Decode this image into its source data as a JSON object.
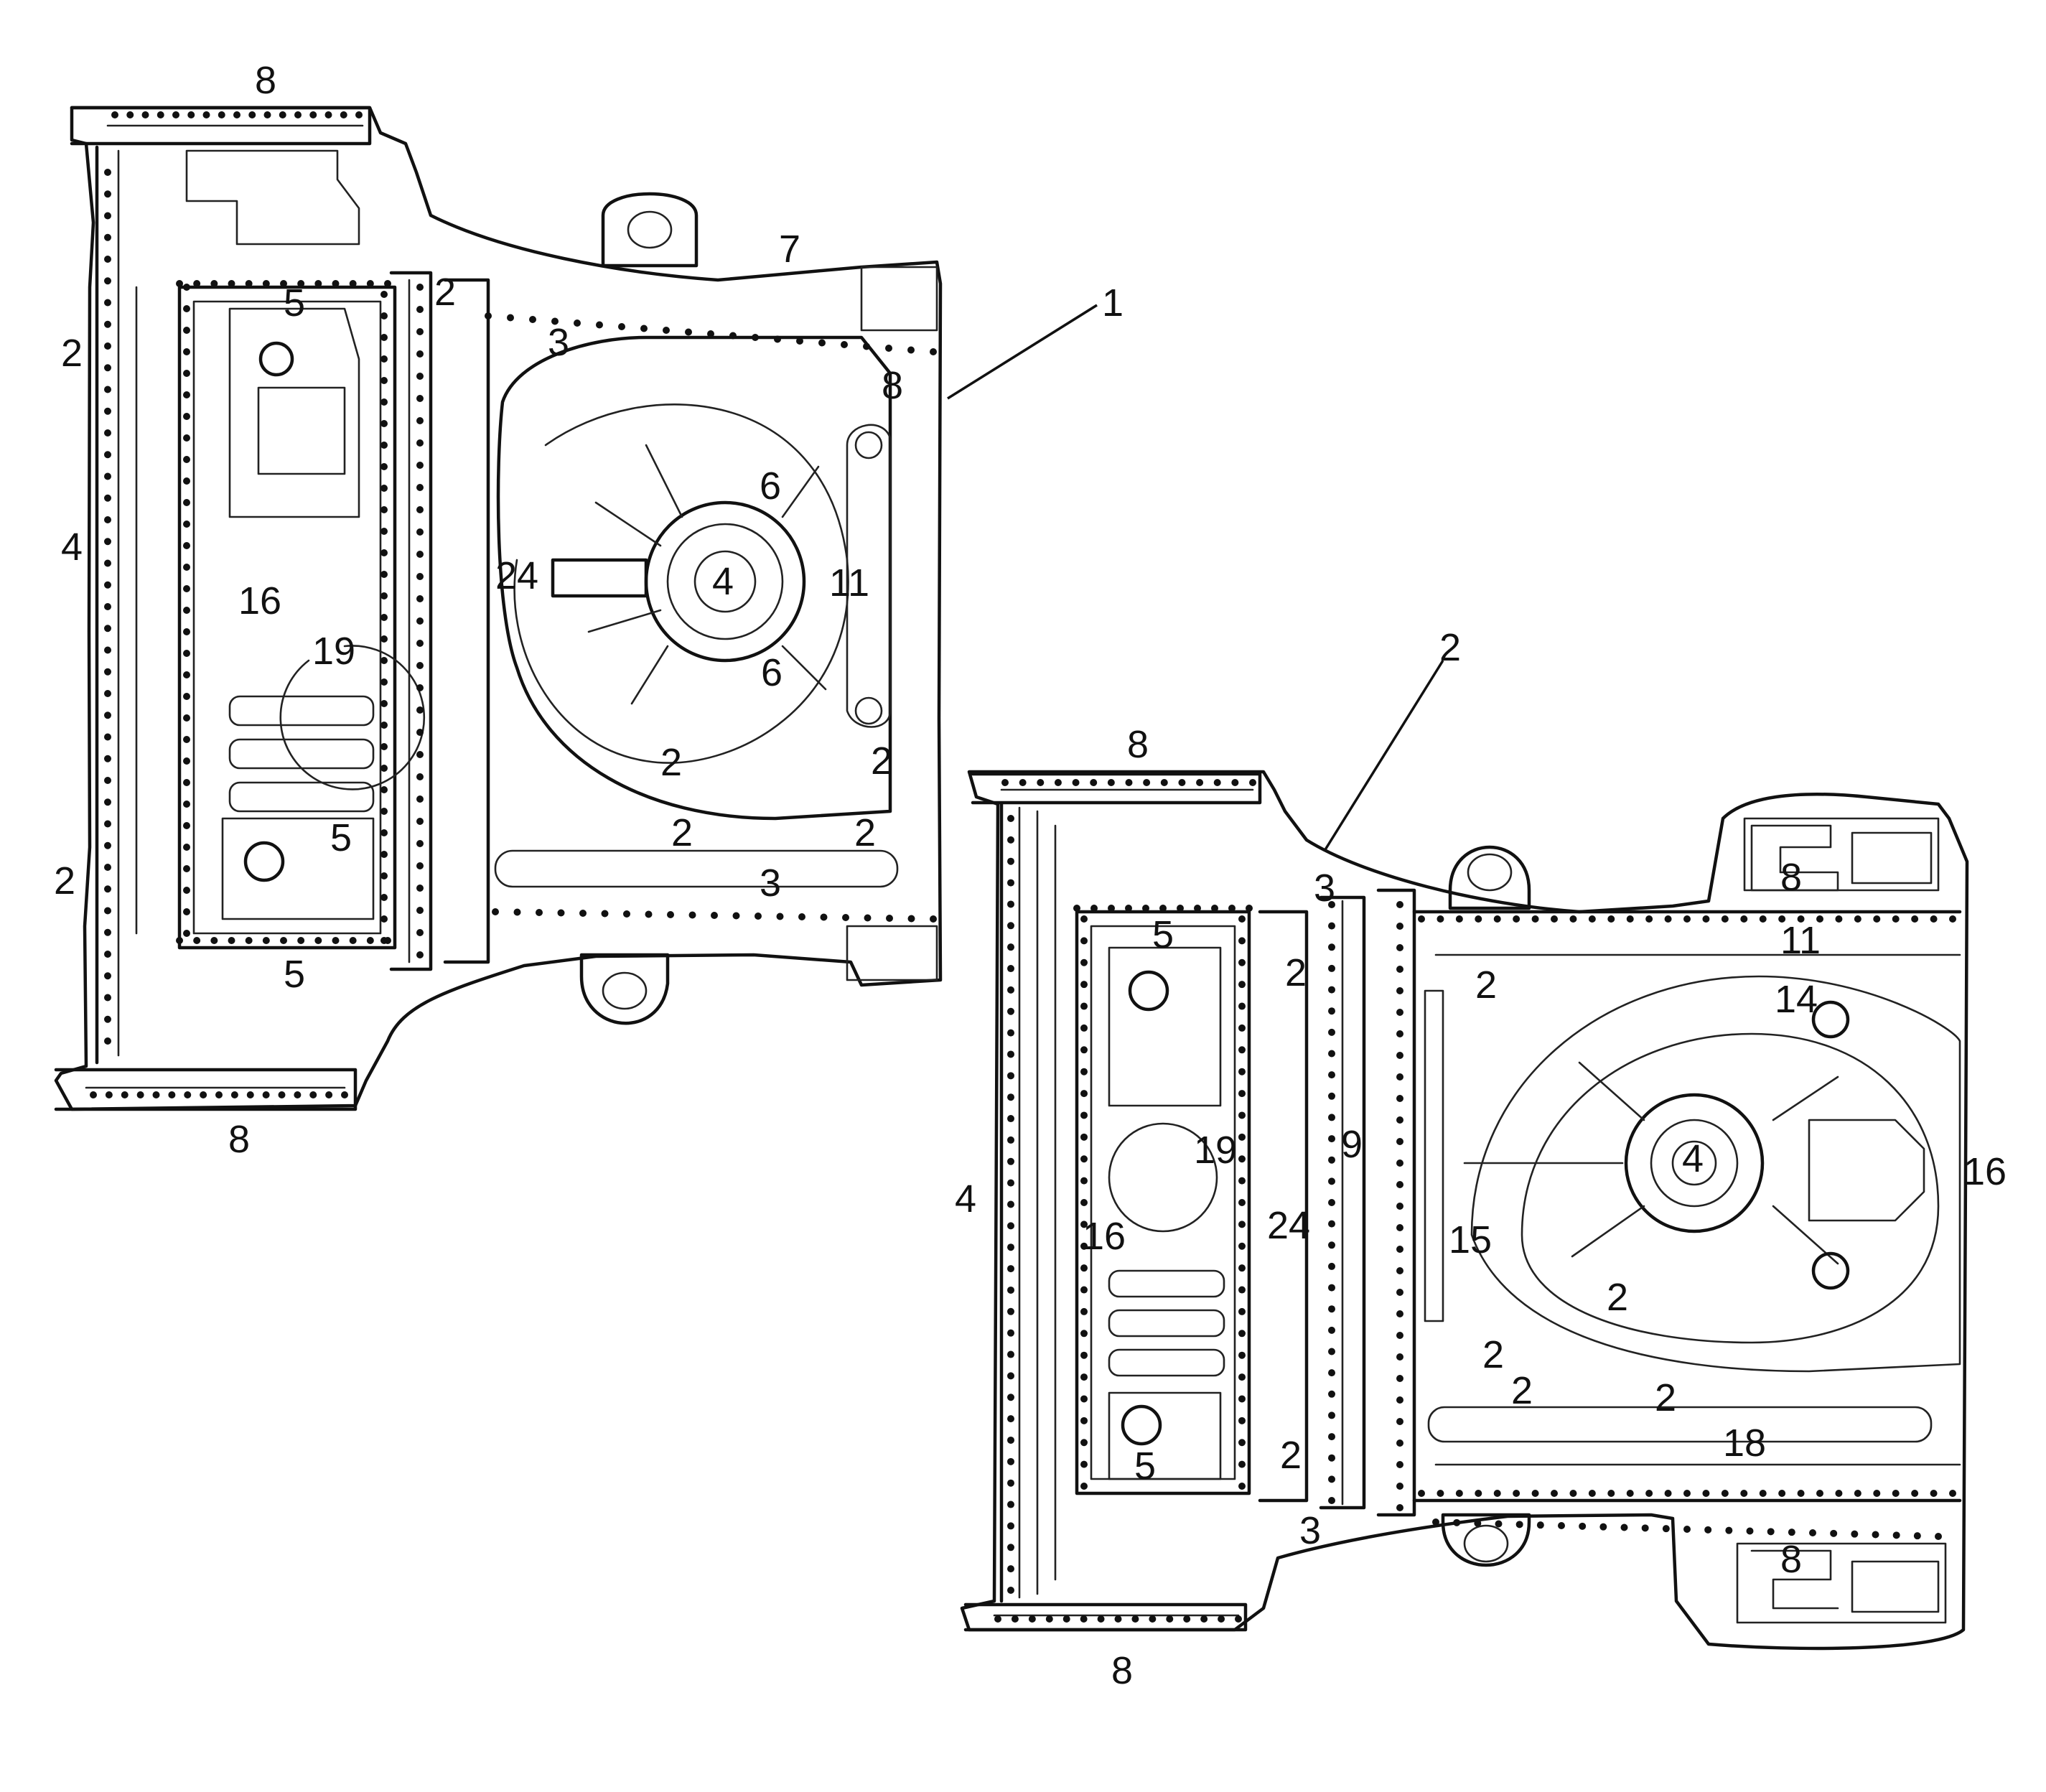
{
  "title": "",
  "views": [
    {
      "name": "upper-left-view",
      "callouts": [
        "8",
        "7",
        "1",
        "2",
        "5",
        "2",
        "3",
        "8",
        "4",
        "24",
        "4",
        "6",
        "11",
        "16",
        "19",
        "6",
        "2",
        "2",
        "2",
        "5",
        "2",
        "3",
        "2",
        "5",
        "8"
      ]
    },
    {
      "name": "lower-right-view",
      "callouts": [
        "2",
        "8",
        "3",
        "8",
        "5",
        "2",
        "2",
        "11",
        "14",
        "19",
        "9",
        "4",
        "4",
        "16",
        "16",
        "24",
        "15",
        "2",
        "2",
        "2",
        "2",
        "18",
        "2",
        "5",
        "3",
        "8",
        "8"
      ]
    }
  ],
  "colors": {
    "line": "#111111",
    "background": "#ffffff"
  }
}
